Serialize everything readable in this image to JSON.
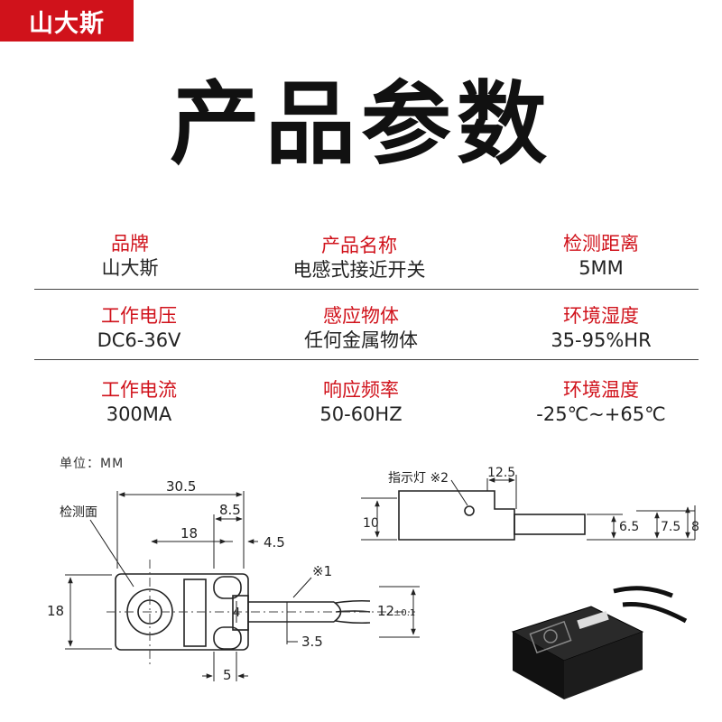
{
  "brand_tag": "山大斯",
  "title": "产品参数",
  "specs": [
    [
      {
        "label": "品牌",
        "value": "山大斯"
      },
      {
        "label": "产品名称",
        "value": "电感式接近开关"
      },
      {
        "label": "检测距离",
        "value": "5MM"
      }
    ],
    [
      {
        "label": "工作电压",
        "value": "DC6-36V"
      },
      {
        "label": "感应物体",
        "value": "任何金属物体"
      },
      {
        "label": "环境湿度",
        "value": "35-95%HR"
      }
    ],
    [
      {
        "label": "工作电流",
        "value": "300MA"
      },
      {
        "label": "响应频率",
        "value": "50-60HZ"
      },
      {
        "label": "环境温度",
        "value": "-25℃~+65℃"
      }
    ]
  ],
  "drawing": {
    "unit_note": "单位：MM",
    "sensing_face_label": "检测面",
    "indicator_label": "指示灯 ※2",
    "note_1": "※1",
    "dim_30_5": "30.5",
    "dim_8_5": "8.5",
    "dim_18_top": "18",
    "dim_4_5": "4.5",
    "dim_18_side": "18",
    "dim_4": "4",
    "dim_3_5": "3.5",
    "dim_5": "5",
    "dim_12": "12",
    "dim_12_tol": "±0.1",
    "dim_12_5": "12.5",
    "dim_10": "10",
    "dim_6_5": "6.5",
    "dim_7_5": "7.5",
    "dim_8": "8"
  }
}
